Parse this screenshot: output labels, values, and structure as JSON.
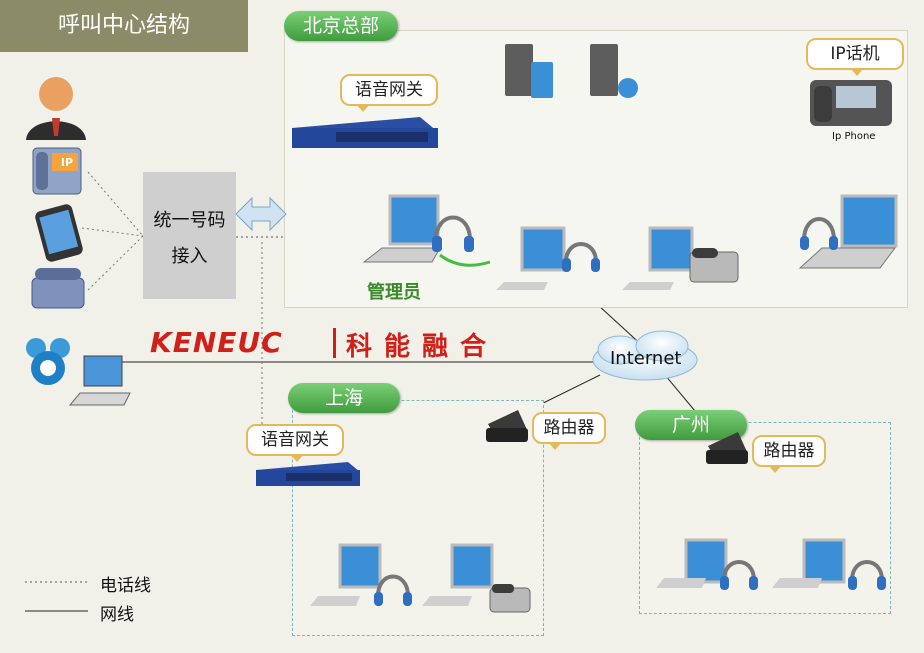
{
  "title": "呼叫中心结构",
  "entry": {
    "line1": "统一号码",
    "line2": "接入"
  },
  "logo": {
    "en": "KENEUC",
    "cn": "科能融合"
  },
  "internet": "Internet",
  "regions": {
    "beijing": {
      "name": "北京总部",
      "gateway": "语音网关",
      "ip_phone": "IP话机",
      "ip_phone_caption": "Ip Phone",
      "manager": "管理员"
    },
    "shanghai": {
      "name": "上海",
      "gateway": "语音网关",
      "router": "路由器"
    },
    "guangzhou": {
      "name": "广州",
      "router": "路由器"
    }
  },
  "left_icons": {
    "ip_badge": "IP"
  },
  "legend": {
    "phone_line": "电话线",
    "network_line": "网线"
  },
  "colors": {
    "title_bg": "#8c8b68",
    "pill_green": "#4caf50",
    "callout_border": "#e5b85a",
    "logo_red": "#d0201a",
    "monitor_blue": "#3a8fd6"
  }
}
